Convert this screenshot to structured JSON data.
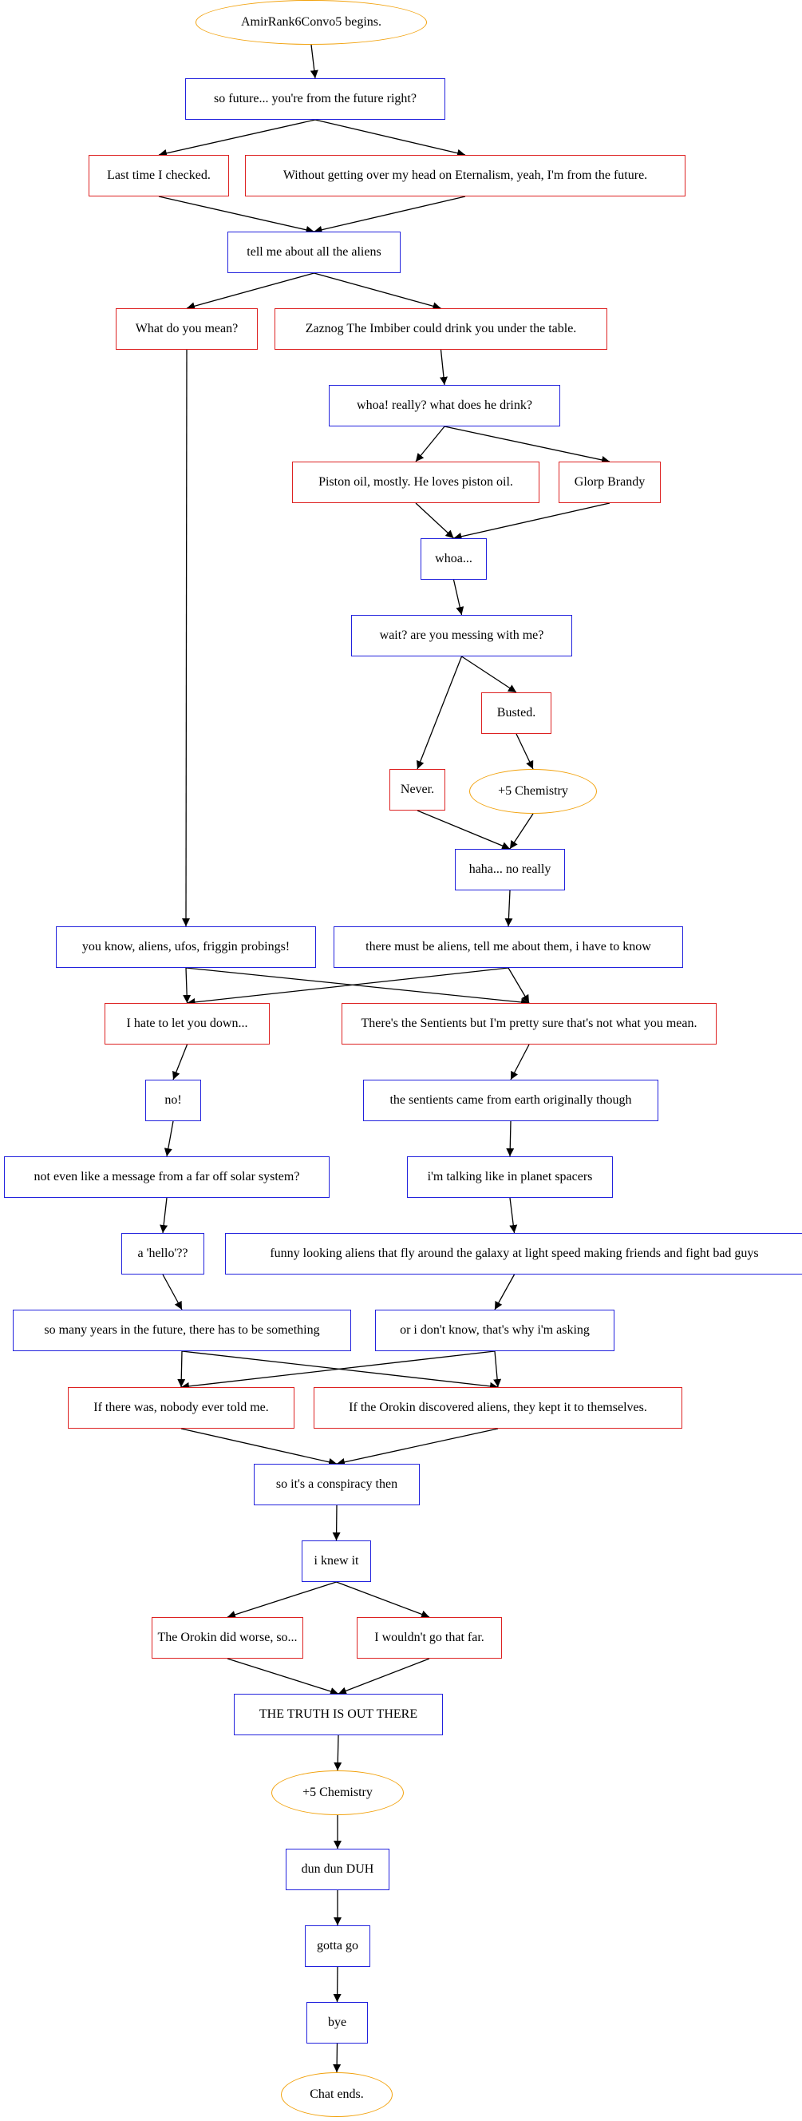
{
  "diagram": {
    "nodes": [
      {
        "id": "start",
        "kind": "start",
        "label": "AmirRank6Convo5 begins."
      },
      {
        "id": "n1",
        "kind": "npc",
        "label": "so future... you're from the future right?"
      },
      {
        "id": "p1a",
        "kind": "player",
        "label": "Last time I checked."
      },
      {
        "id": "p1b",
        "kind": "player",
        "label": "Without getting over my head on Eternalism, yeah, I'm from the future."
      },
      {
        "id": "n2",
        "kind": "npc",
        "label": "tell me about all the aliens"
      },
      {
        "id": "p2a",
        "kind": "player",
        "label": "What do you mean?"
      },
      {
        "id": "p2b",
        "kind": "player",
        "label": "Zaznog The Imbiber could drink you under the table."
      },
      {
        "id": "n3",
        "kind": "npc",
        "label": "whoa! really? what does he drink?"
      },
      {
        "id": "p3a",
        "kind": "player",
        "label": "Piston oil, mostly. He loves piston oil."
      },
      {
        "id": "p3b",
        "kind": "player",
        "label": "Glorp Brandy"
      },
      {
        "id": "n4",
        "kind": "npc",
        "label": "whoa..."
      },
      {
        "id": "n5",
        "kind": "npc",
        "label": "wait? are you messing with me?"
      },
      {
        "id": "p5b",
        "kind": "player",
        "label": "Busted."
      },
      {
        "id": "p5a",
        "kind": "player",
        "label": "Never."
      },
      {
        "id": "e1",
        "kind": "event",
        "label": "+5 Chemistry"
      },
      {
        "id": "n6",
        "kind": "npc",
        "label": "haha... no really"
      },
      {
        "id": "n7",
        "kind": "npc",
        "label": "you know, aliens, ufos, friggin probings!"
      },
      {
        "id": "n8",
        "kind": "npc",
        "label": "there must be aliens, tell me about them, i have to know"
      },
      {
        "id": "p6a",
        "kind": "player",
        "label": "I hate to let you down..."
      },
      {
        "id": "p6b",
        "kind": "player",
        "label": "There's the Sentients but I'm pretty sure that's not what you mean."
      },
      {
        "id": "n9",
        "kind": "npc",
        "label": "no!"
      },
      {
        "id": "n10",
        "kind": "npc",
        "label": "the sentients came from earth originally though"
      },
      {
        "id": "n11",
        "kind": "npc",
        "label": "not even like a message from a far off solar system?"
      },
      {
        "id": "n12",
        "kind": "npc",
        "label": "i'm talking like in planet spacers"
      },
      {
        "id": "n13",
        "kind": "npc",
        "label": "a 'hello'??"
      },
      {
        "id": "n14",
        "kind": "npc",
        "label": "funny looking aliens that fly around the galaxy at light speed making friends and fight bad guys"
      },
      {
        "id": "n15",
        "kind": "npc",
        "label": "so many years in the future, there has to be something"
      },
      {
        "id": "n16",
        "kind": "npc",
        "label": "or i don't know, that's why i'm asking"
      },
      {
        "id": "p7a",
        "kind": "player",
        "label": "If there was, nobody ever told me."
      },
      {
        "id": "p7b",
        "kind": "player",
        "label": "If the Orokin discovered aliens, they kept it to themselves."
      },
      {
        "id": "n17",
        "kind": "npc",
        "label": "so it's a conspiracy then"
      },
      {
        "id": "n18",
        "kind": "npc",
        "label": "i knew it"
      },
      {
        "id": "p8a",
        "kind": "player",
        "label": "The Orokin did worse, so..."
      },
      {
        "id": "p8b",
        "kind": "player",
        "label": "I wouldn't go that far."
      },
      {
        "id": "n19",
        "kind": "npc",
        "label": "THE TRUTH IS OUT THERE"
      },
      {
        "id": "e2",
        "kind": "event",
        "label": "+5 Chemistry"
      },
      {
        "id": "n20",
        "kind": "npc",
        "label": "dun dun DUH"
      },
      {
        "id": "n21",
        "kind": "npc",
        "label": "gotta go"
      },
      {
        "id": "n22",
        "kind": "npc",
        "label": "bye"
      },
      {
        "id": "end",
        "kind": "end",
        "label": "Chat ends."
      }
    ],
    "edges": [
      [
        "start",
        "n1"
      ],
      [
        "n1",
        "p1a"
      ],
      [
        "n1",
        "p1b"
      ],
      [
        "p1a",
        "n2"
      ],
      [
        "p1b",
        "n2"
      ],
      [
        "n2",
        "p2a"
      ],
      [
        "n2",
        "p2b"
      ],
      [
        "p2a",
        "n7"
      ],
      [
        "p2b",
        "n3"
      ],
      [
        "n3",
        "p3a"
      ],
      [
        "n3",
        "p3b"
      ],
      [
        "p3a",
        "n4"
      ],
      [
        "p3b",
        "n4"
      ],
      [
        "n4",
        "n5"
      ],
      [
        "n5",
        "p5a"
      ],
      [
        "n5",
        "p5b"
      ],
      [
        "p5b",
        "e1"
      ],
      [
        "p5a",
        "n6"
      ],
      [
        "e1",
        "n6"
      ],
      [
        "n6",
        "n8"
      ],
      [
        "n7",
        "p6a"
      ],
      [
        "n7",
        "p6b"
      ],
      [
        "n8",
        "p6a"
      ],
      [
        "n8",
        "p6b"
      ],
      [
        "p6a",
        "n9"
      ],
      [
        "p6b",
        "n10"
      ],
      [
        "n9",
        "n11"
      ],
      [
        "n10",
        "n12"
      ],
      [
        "n11",
        "n13"
      ],
      [
        "n12",
        "n14"
      ],
      [
        "n13",
        "n15"
      ],
      [
        "n14",
        "n16"
      ],
      [
        "n15",
        "p7a"
      ],
      [
        "n15",
        "p7b"
      ],
      [
        "n16",
        "p7a"
      ],
      [
        "n16",
        "p7b"
      ],
      [
        "p7a",
        "n17"
      ],
      [
        "p7b",
        "n17"
      ],
      [
        "n17",
        "n18"
      ],
      [
        "n18",
        "p8a"
      ],
      [
        "n18",
        "p8b"
      ],
      [
        "p8a",
        "n19"
      ],
      [
        "p8b",
        "n19"
      ],
      [
        "n19",
        "e2"
      ],
      [
        "e2",
        "n20"
      ],
      [
        "n20",
        "n21"
      ],
      [
        "n21",
        "n22"
      ],
      [
        "n22",
        "end"
      ]
    ]
  }
}
